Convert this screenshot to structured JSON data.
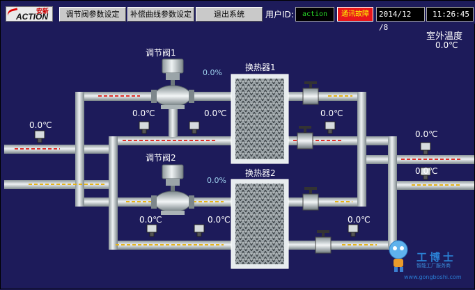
{
  "logo": {
    "cn": "安新",
    "en": "ACTION"
  },
  "toolbar": {
    "valve_params_btn": "调节阀参数设定",
    "curve_params_btn": "补偿曲线参数设定",
    "exit_btn": "退出系统",
    "user_label": "用户ID:",
    "user_id": "action",
    "alarm": "通讯故障",
    "date": "2014/12 /8",
    "time": "11:26:45"
  },
  "outdoor": {
    "label": "室外温度",
    "value": "0.0℃"
  },
  "valves": {
    "v1": {
      "label": "调节阀1",
      "opening": "0.0%"
    },
    "v2": {
      "label": "调节阀2",
      "opening": "0.0%"
    }
  },
  "exchangers": {
    "hx1": "换热器1",
    "hx2": "换热器2"
  },
  "temps": {
    "inlet": "0.0℃",
    "v1_left": "0.0℃",
    "v1_right": "0.0℃",
    "v2_left": "0.0℃",
    "v2_right": "0.0℃",
    "hx2_out": "0.0℃",
    "right_top": "0.0℃",
    "right_bottom": "0.0℃"
  },
  "watermark": {
    "text": "工博士",
    "sub": "智能工厂服务商",
    "url": "www.gongboshi.com"
  },
  "colors": {
    "background": "#1d1b5a",
    "pipe": "#c8cfd2",
    "alarm": "#e8161b",
    "flow_red": "#e0302a",
    "flow_yellow": "#e6b317"
  }
}
